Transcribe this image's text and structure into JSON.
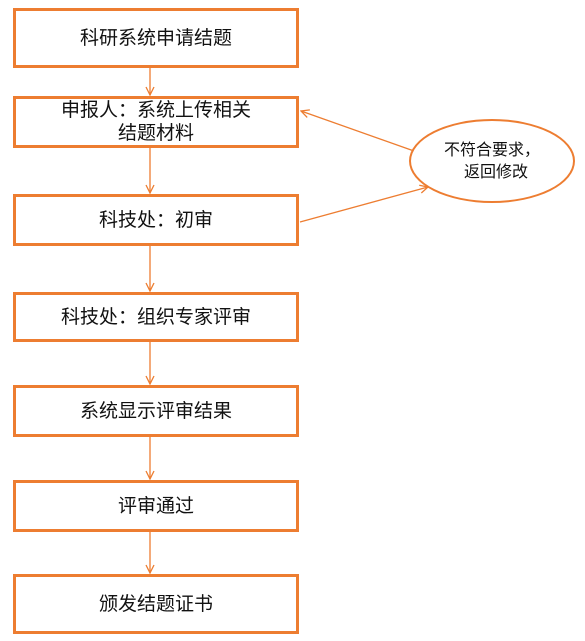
{
  "flow": {
    "steps": [
      {
        "id": "apply",
        "lines": [
          "科研系统申请结题"
        ]
      },
      {
        "id": "upload",
        "lines": [
          "申报人：系统上传相关",
          "结题材料"
        ]
      },
      {
        "id": "initial-review",
        "lines": [
          "科技处：初审"
        ]
      },
      {
        "id": "expert-review",
        "lines": [
          "科技处：组织专家评审"
        ]
      },
      {
        "id": "show-result",
        "lines": [
          "系统显示评审结果"
        ]
      },
      {
        "id": "pass",
        "lines": [
          "评审通过"
        ]
      },
      {
        "id": "certificate",
        "lines": [
          "颁发结题证书"
        ]
      }
    ],
    "reject_node": {
      "lines": [
        "不符合要求，",
        "返回修改"
      ]
    }
  },
  "colors": {
    "accent": "#ed7d31",
    "text": "#111111",
    "background": "#ffffff"
  }
}
